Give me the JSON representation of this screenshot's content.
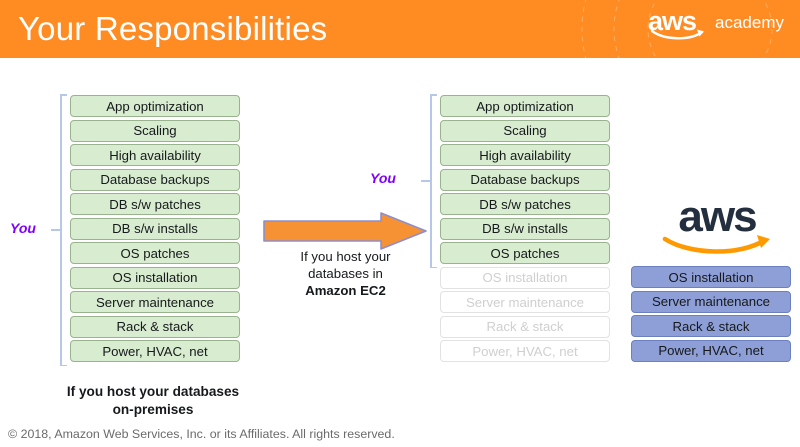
{
  "header": {
    "title": "Your Responsibilities",
    "brand": {
      "aws": "aws",
      "academy": "academy"
    },
    "bg_color": "#ff8c22"
  },
  "left_column": {
    "you_label": "You",
    "caption": "If you host your databases on-premises",
    "caption_line1": "If you host your databases",
    "caption_line2": "on-premises",
    "box_color": "#d8ecd0",
    "items": [
      {
        "label": "App optimization",
        "state": "active"
      },
      {
        "label": "Scaling",
        "state": "active"
      },
      {
        "label": "High availability",
        "state": "active"
      },
      {
        "label": "Database backups",
        "state": "active"
      },
      {
        "label": "DB s/w patches",
        "state": "active"
      },
      {
        "label": "DB s/w installs",
        "state": "active"
      },
      {
        "label": "OS patches",
        "state": "active"
      },
      {
        "label": "OS installation",
        "state": "active"
      },
      {
        "label": "Server maintenance",
        "state": "active"
      },
      {
        "label": "Rack & stack",
        "state": "active"
      },
      {
        "label": "Power, HVAC, net",
        "state": "active"
      }
    ]
  },
  "arrow": {
    "color": "#f79234",
    "caption_line1": "If you host your",
    "caption_line2": "databases in",
    "caption_line3": "Amazon EC2"
  },
  "middle_column": {
    "you_label": "You",
    "box_color": "#d8ecd0",
    "items": [
      {
        "label": "App optimization",
        "state": "active"
      },
      {
        "label": "Scaling",
        "state": "active"
      },
      {
        "label": "High availability",
        "state": "active"
      },
      {
        "label": "Database backups",
        "state": "active"
      },
      {
        "label": "DB s/w patches",
        "state": "active"
      },
      {
        "label": "DB s/w installs",
        "state": "active"
      },
      {
        "label": "OS patches",
        "state": "active"
      },
      {
        "label": "OS installation",
        "state": "dimmed"
      },
      {
        "label": "Server maintenance",
        "state": "dimmed"
      },
      {
        "label": "Rack & stack",
        "state": "dimmed"
      },
      {
        "label": "Power, HVAC, net",
        "state": "dimmed"
      }
    ]
  },
  "right_column": {
    "logo_text": "aws",
    "box_color": "#8d9fd6",
    "items": [
      {
        "label": "OS installation",
        "state": "aws"
      },
      {
        "label": "Server maintenance",
        "state": "aws"
      },
      {
        "label": "Rack & stack",
        "state": "aws"
      },
      {
        "label": "Power, HVAC, net",
        "state": "aws"
      }
    ]
  },
  "footer": {
    "copyright": "© 2018, Amazon Web Services, Inc. or its Affiliates. All rights reserved."
  }
}
